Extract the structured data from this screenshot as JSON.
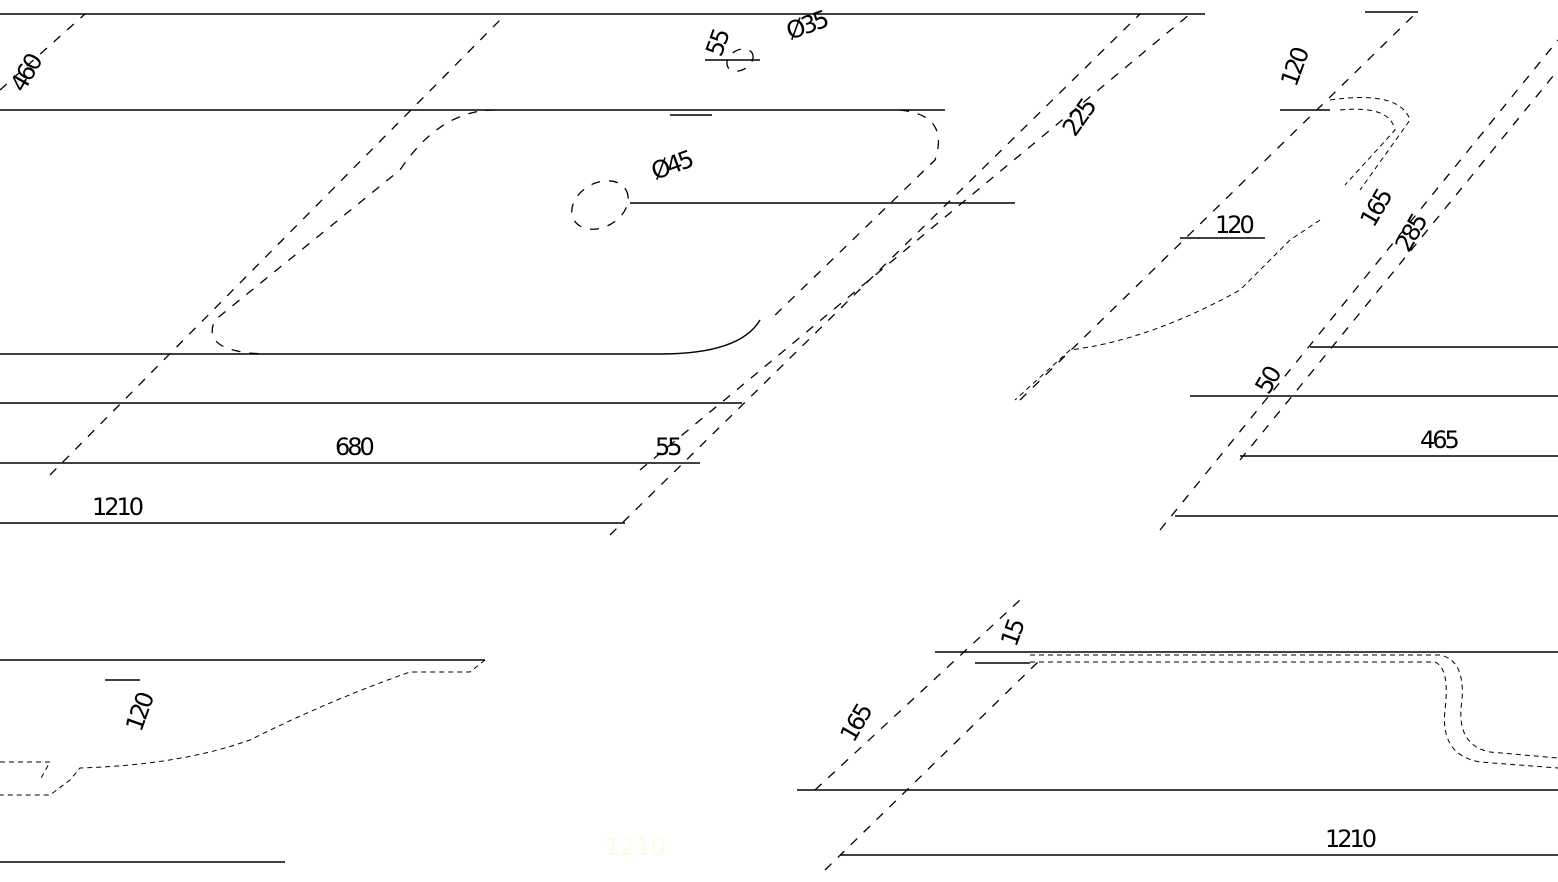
{
  "drawing": {
    "top_view": {
      "depth_dim": "460",
      "tap_offset_dim": "55",
      "tap_hole_dia": "Ø35",
      "drain_offset_dim": "225",
      "drain_dia": "Ø45",
      "basin_width": "680",
      "edge_dim": "55",
      "overall_width": "1210"
    },
    "side_section": {
      "rim_height": "120",
      "lip_dim": "120",
      "depth_165": "165",
      "depth_285": "285",
      "base_dim": "50",
      "depth_465": "465"
    },
    "front_section_left": {
      "height": "120",
      "overall_width": "1210"
    },
    "front_section_right": {
      "rim_thickness": "15",
      "height": "165",
      "overall_width": "1210"
    }
  }
}
